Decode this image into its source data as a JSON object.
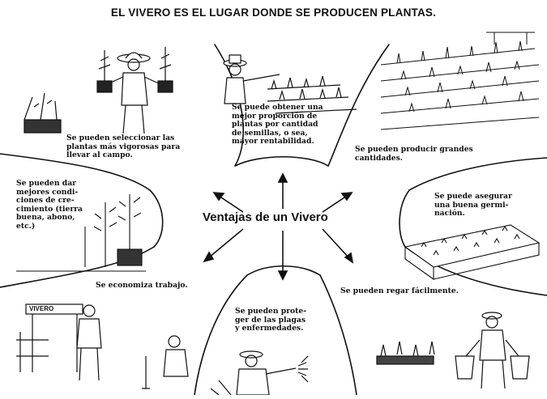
{
  "title": "EL VIVERO ES EL LUGAR DONDE SE PRODUCEN PLANTAS.",
  "center_label": "Ventajas de un Vivero",
  "captions": {
    "top_left": "Se pueden seleccionar las\nplantas más vigorosas para\nllevar al campo.",
    "top_center": "Se puede obtener una\nmejor proporción de\nplantas por cantidad\nde semillas, o sea,\nmayor rentabilidad.",
    "top_right": "Se pueden producir grandes\ncantidades.",
    "left": "Se pueden dar\nmejores condi-\nciones de cre-\ncimiento (tierra\nbuena, abono,\netc.)",
    "right": "Se puede asegurar\nuna buena germi-\nnación.",
    "bottom_left": "Se economiza trabajo.",
    "bottom_center": "Se pueden prote-\nger de las plagas\ny enfermedades.",
    "bottom_right": "Se pueden regar fácilmente."
  },
  "sign": "VIVERO"
}
